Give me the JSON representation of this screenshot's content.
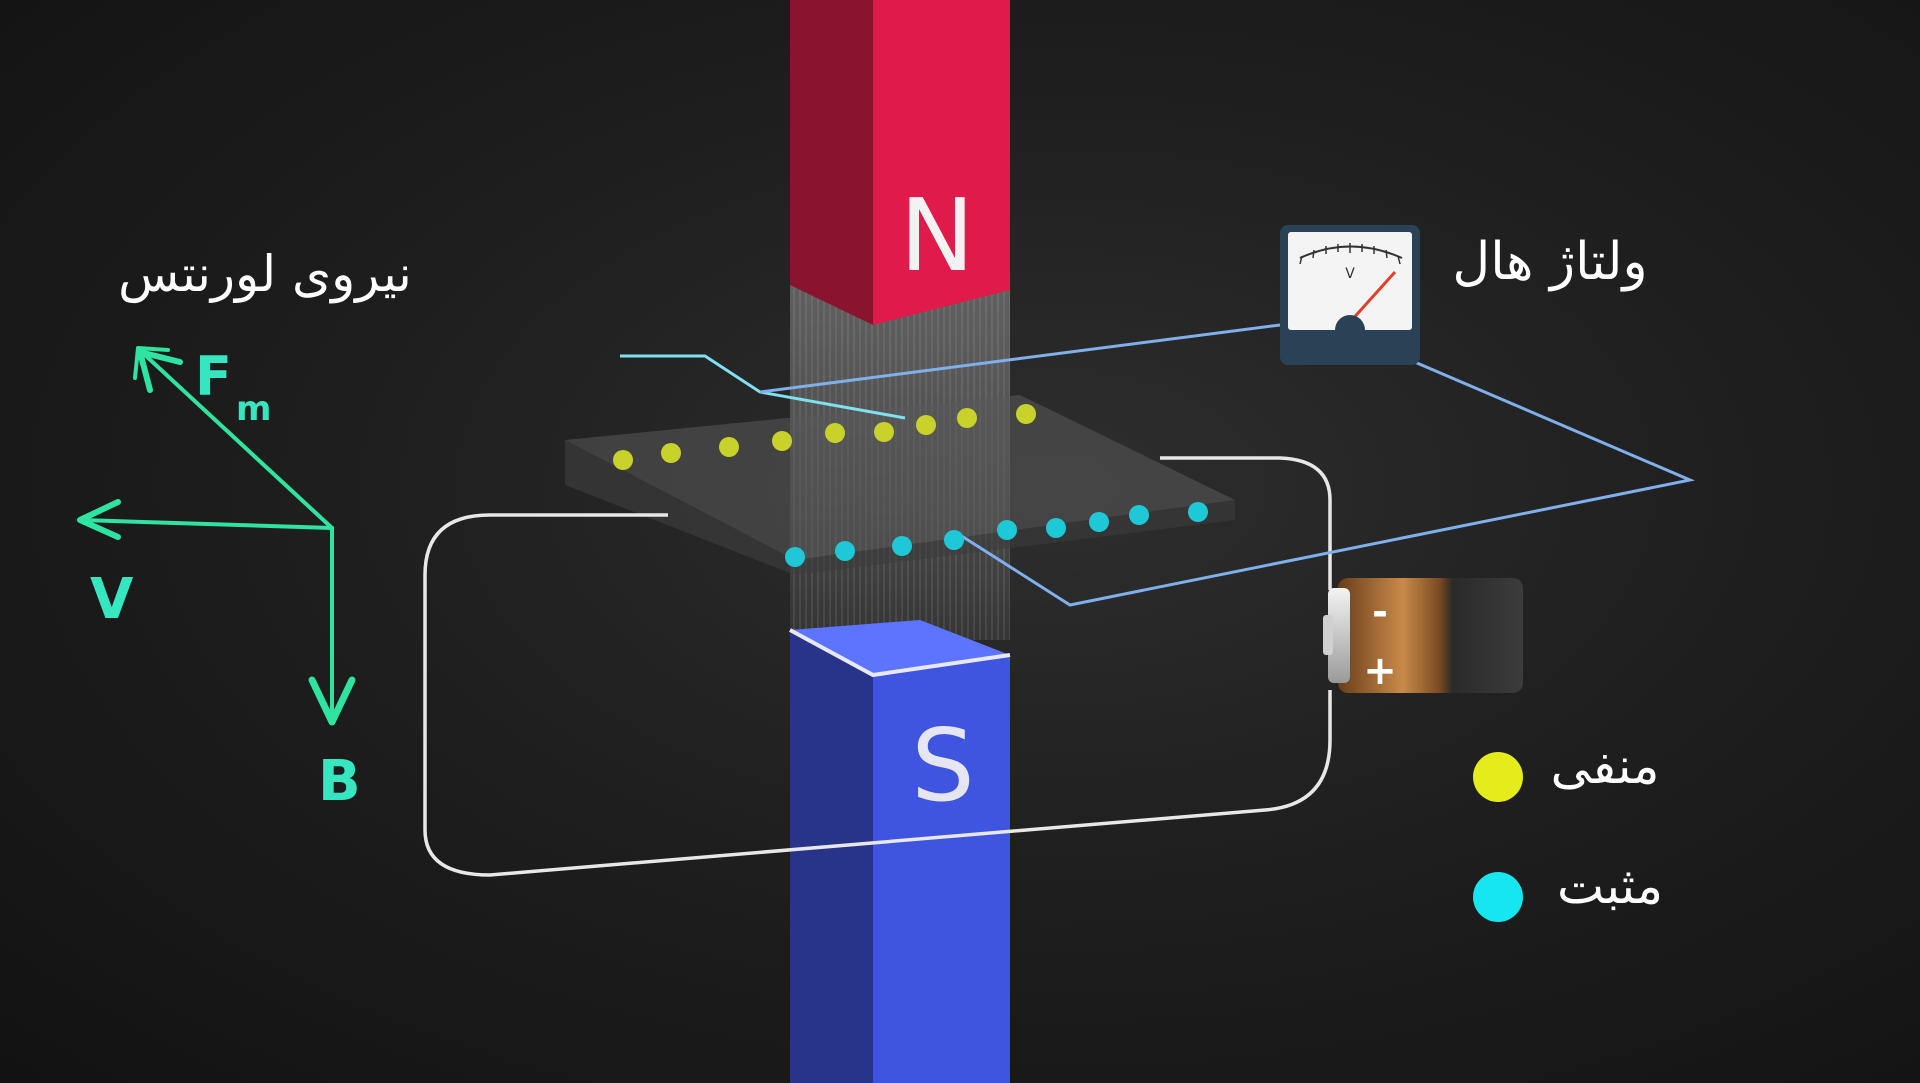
{
  "labels": {
    "lorentz_force": "نیروی لورنتس",
    "hall_voltage": "ولتاژ هال",
    "negative": "منفی",
    "positive": "مثبت",
    "north": "N",
    "south": "S",
    "force_symbol": "F",
    "force_subscript": "m",
    "velocity_symbol": "V",
    "field_symbol": "B",
    "battery_minus": "-",
    "battery_plus": "+",
    "meter_unit": "V"
  },
  "colors": {
    "background": "#1c1c1c",
    "north_front": "#e01b4b",
    "north_side": "#8a1330",
    "south_front": "#3f55e0",
    "south_side": "#28338a",
    "vector": "#2fe3a0",
    "vector_text": "#35e6c0",
    "negative_charge": "#d6e02a",
    "positive_charge": "#1fd7e6",
    "hall_wire": "#7fb0ec",
    "circuit_wire": "#e8e8e8",
    "label_text": "#ffffff"
  },
  "icons": {
    "voltmeter": "voltmeter-icon",
    "battery": "battery-icon"
  }
}
